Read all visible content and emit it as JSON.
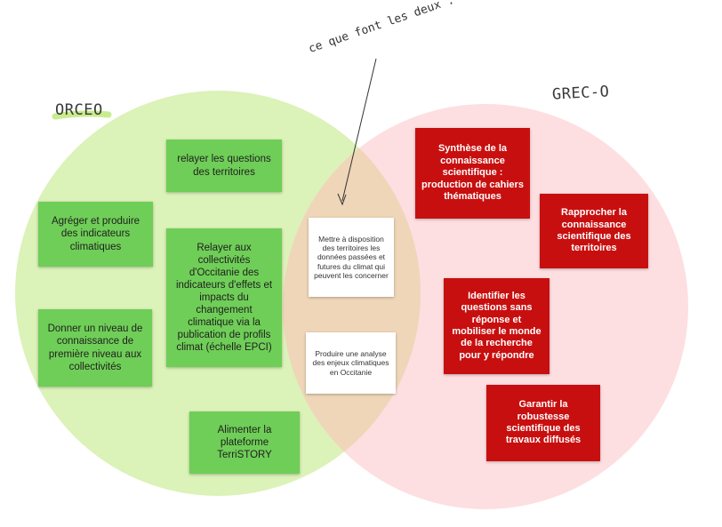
{
  "labels": {
    "left_circle": "ORCEO",
    "right_circle": "GREC-O",
    "annotation": "ce que font les deux :"
  },
  "colors": {
    "left_circle_fill": "#dbf2b8",
    "right_circle_fill": "#fddfe1",
    "overlap_fill": "#efd6b8",
    "green_note": "#6fce57",
    "red_note": "#c80f0f",
    "white_note": "#ffffff",
    "highlight": "#c8ec8e"
  },
  "orceo_notes": [
    "relayer les questions des territoires",
    "Agréger et produire des indicateurs climatiques",
    "Relayer aux collectivités d'Occitanie des indicateurs d'effets et impacts du changement climatique via la publication de profils climat (échelle EPCI)",
    "Donner un niveau de connaissance de première niveau aux collectivités",
    "Alimenter la plateforme TerriSTORY"
  ],
  "shared_notes": [
    "Mettre à disposition des territoires les données passées et futures du climat qui peuvent les concerner",
    "Produire une analyse des enjeux climatiques en Occitanie"
  ],
  "greco_notes": [
    "Synthèse de la connaissance scientifique : production de cahiers thématiques",
    "Rapprocher la connaissance scientifique des territoires",
    "Identifier les questions sans réponse et mobiliser le monde de la recherche pour y répondre",
    "Garantir la robustesse scientifique des travaux diffusés"
  ]
}
